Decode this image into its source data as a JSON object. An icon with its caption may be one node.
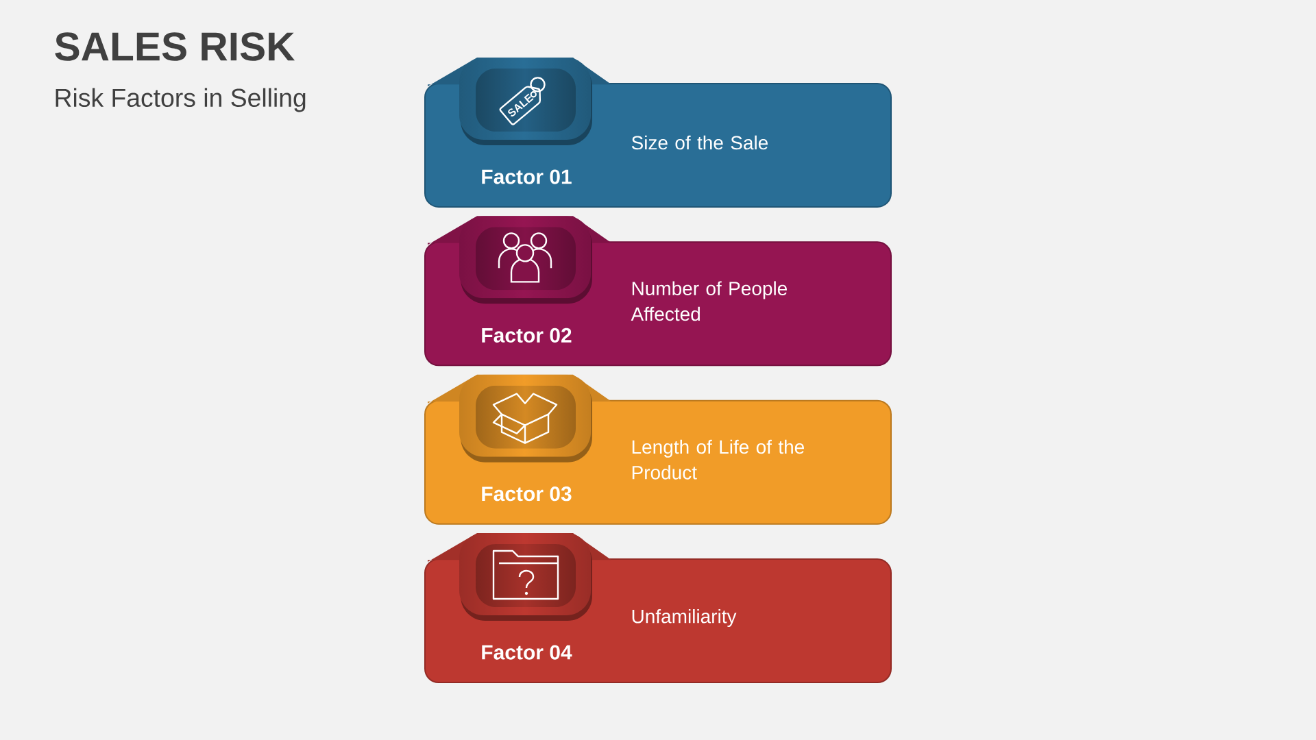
{
  "diagram": {
    "title": "SALES RISK",
    "nodes": [
      {
        "text": [
          "Factor 01",
          "Size of the Sale"
        ]
      },
      {
        "text": [
          "Factor 02",
          "Number of People Affected"
        ]
      },
      {
        "text": [
          "Factor 03",
          "Length of Life of the Product"
        ]
      },
      {
        "text": [
          "Factor 04",
          "Unfamiliarity"
        ]
      }
    ],
    "labels": [
      "Risk Factors in Selling",
      "SALE"
    ]
  }
}
